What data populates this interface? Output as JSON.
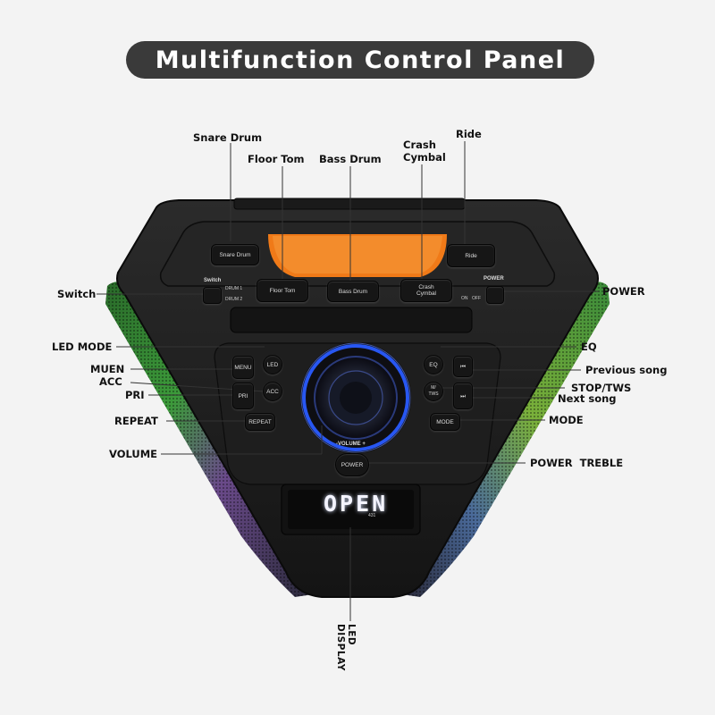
{
  "title": "Multifunction Control Panel",
  "callouts": {
    "snare_drum": "Snare Drum",
    "floor_tom": "Floor Tom",
    "bass_drum": "Bass Drum",
    "crash_cymbal_line1": "Crash",
    "crash_cymbal_line2": "Cymbal",
    "ride": "Ride",
    "switch": "Switch",
    "power": "POWER",
    "led_mode": "LED MODE",
    "muen": "MUEN",
    "acc": "ACC",
    "pri": "PRI",
    "repeat": "REPEAT",
    "volume": "VOLUME",
    "eq": "EQ",
    "previous_song": "Previous song",
    "stop_tws": "STOP/TWS",
    "next_song": "Next song",
    "mode": "MODE",
    "power_treble": "POWER  TREBLE",
    "led_display": "LED DISPLAY"
  },
  "buttons": {
    "snare_drum": "Snare Drum",
    "floor_tom": "Floor Tom",
    "bass_drum": "Bass Drum",
    "crash_line1": "Crash",
    "crash_line2": "Cymbal",
    "ride": "Ride",
    "switch_label": "Switch",
    "power_label": "POWER",
    "on": "ON",
    "off": "OFF",
    "drum1": "DRUM 1",
    "drum2": "DRUM 2",
    "led": "LED",
    "menu": "MENU",
    "acc": "ACC",
    "pri": "PRI",
    "repeat": "REPEAT",
    "eq": "EQ",
    "tws_line1": "M/",
    "tws_line2": "TWS",
    "mode": "MODE",
    "volume": "-VOLUME +",
    "power": "POWER",
    "prev_glyph": "⏮",
    "next_glyph": "⏭"
  },
  "display": {
    "text": "OPEN",
    "sub": "431"
  },
  "colors": {
    "accent_orange": "#f07a18",
    "ring_blue": "#2a5cff",
    "body": "#1c1c1c"
  }
}
